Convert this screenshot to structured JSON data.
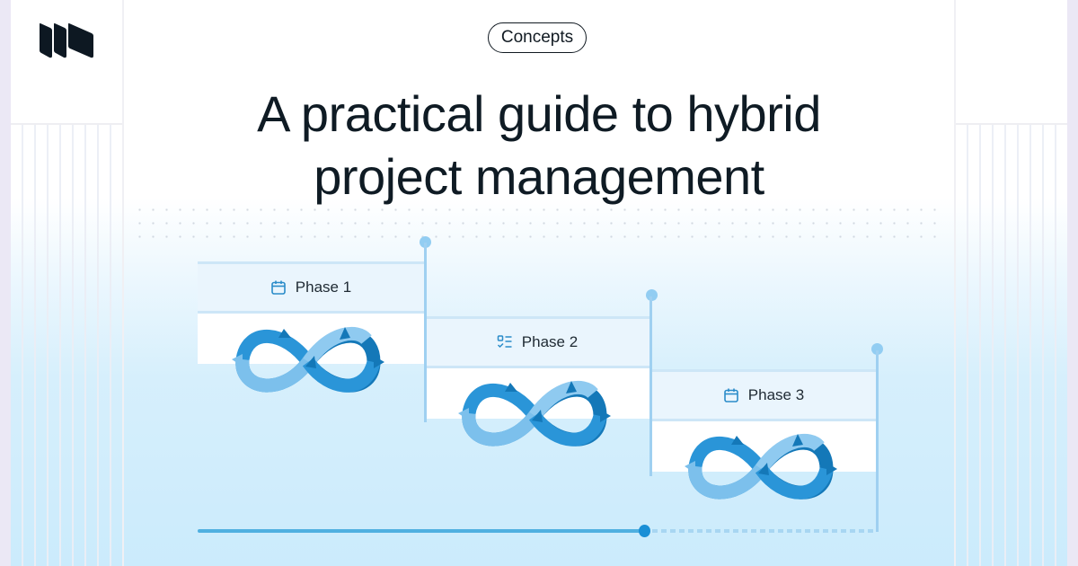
{
  "brand": {
    "logo": "brand-logo-parallelograms"
  },
  "tag": {
    "label": "Concepts"
  },
  "title": {
    "line1": "A practical guide to hybrid",
    "line2": "project management"
  },
  "phases": [
    {
      "label": "Phase 1",
      "icon": "calendar-icon"
    },
    {
      "label": "Phase 2",
      "icon": "checklist-icon"
    },
    {
      "label": "Phase 3",
      "icon": "calendar-icon"
    }
  ],
  "colors": {
    "text_dark": "#0f1b24",
    "accent_blue": "#1a8fd6",
    "loop_dark": "#1478b8",
    "loop_mid": "#2a95d8",
    "loop_light": "#7cc0ec",
    "line_light": "#9fd0f1",
    "bg_light_blue": "#cbebfc"
  },
  "timeline": {
    "progress_marker": "current-position",
    "completed": "solid",
    "remaining": "dashed"
  }
}
